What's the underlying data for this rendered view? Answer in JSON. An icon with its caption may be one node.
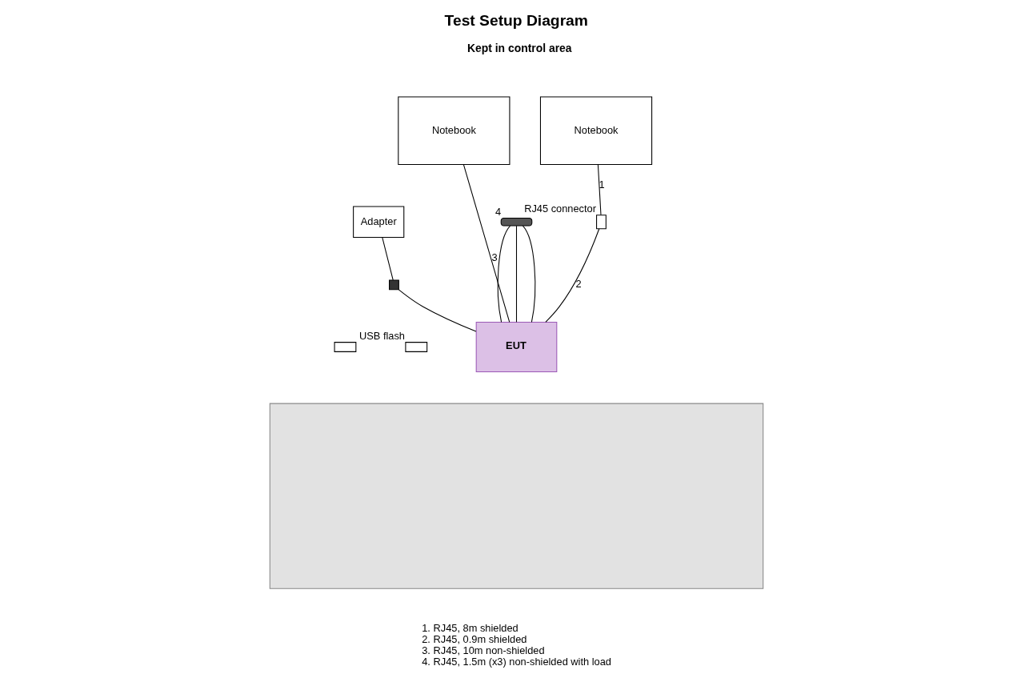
{
  "diagram": {
    "title": "Test Setup Diagram",
    "nodes": [
      {
        "text": [
          "Notebook"
        ]
      },
      {
        "text": [
          "Notebook"
        ]
      },
      {
        "text": [
          "Adapter"
        ]
      },
      {
        "text": [
          "EUT"
        ]
      },
      {
        "text": [],
        "shape": "box"
      },
      {
        "text": [],
        "shape": "box"
      },
      {
        "text": [],
        "shape": "bar",
        "beside": [
          "4"
        ]
      },
      {
        "text": [],
        "shape": "box",
        "beside": [
          "RJ45 connector"
        ]
      },
      {
        "text": [],
        "shape": "box"
      },
      {
        "text": [],
        "shape": "box",
        "beside": [
          "USB flash"
        ]
      }
    ],
    "edges": [
      {
        "from": 0,
        "to": 3,
        "arrow": "none",
        "label": "3"
      },
      {
        "from": 1,
        "to": 7,
        "arrow": "none",
        "label": "1"
      },
      {
        "from": 7,
        "to": 3,
        "arrow": "none",
        "label": "2"
      },
      {
        "from": 2,
        "to": 5,
        "arrow": "none"
      },
      {
        "from": 5,
        "to": 3,
        "arrow": "none"
      },
      {
        "from": 6,
        "to": 3,
        "arrow": "none"
      },
      {
        "from": 6,
        "to": 3,
        "arrow": "none"
      },
      {
        "from": 6,
        "to": 3,
        "arrow": "none"
      }
    ],
    "labels": [
      "Kept in control area",
      "1. RJ45, 8m shielded",
      "2. RJ45, 0.9m shielded",
      "3. RJ45, 10m non-shielded",
      "4. RJ45, 1.5m (x3) non-shielded with load"
    ]
  }
}
